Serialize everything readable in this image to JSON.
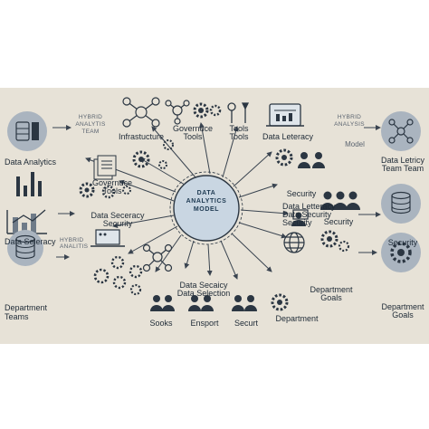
{
  "diagram": {
    "hub": {
      "line1": "DATA",
      "line2": "ANALYTICS",
      "line3": "MODEL"
    },
    "left": {
      "data_analytics": "Data Analytics",
      "hybrid_team": {
        "line1": "HYBRID",
        "line2": "ANALYTIS",
        "line3": "TEAM"
      },
      "data_seleracy": "Data Seleracy",
      "department_teams": {
        "line1": "Department",
        "line2": "Teams"
      },
      "hybrid_analitis": "HYBRID ANALITIS"
    },
    "top": {
      "infrastucture": "Infrastucture",
      "governance_tools": {
        "line1": "Governuce",
        "line2": "Tools"
      },
      "tools_tools": {
        "line1": "Tools",
        "line2": "Tools"
      },
      "data_leteracy": "Data Leteracy"
    },
    "middle_left": {
      "governuce_tools": {
        "line1": "Governuce",
        "line2": "Tools"
      },
      "data_seceracy_security": {
        "line1": "Data Seceracy",
        "line2": "Security"
      }
    },
    "middle_right": {
      "security_1": "Security",
      "security_2": "Security",
      "data_letteracy_block": {
        "line1": "Data Letteracy",
        "line2": "Data Security",
        "line3": "Security"
      }
    },
    "bottom": {
      "data_secaicy": {
        "line1": "Data Secaicy",
        "line2": "Data Selection"
      },
      "books": "Sooks",
      "ensport": "Ensport",
      "securt": "Securt",
      "department": "Department",
      "department_goals_mid": {
        "line1": "Department",
        "line2": "Goals"
      }
    },
    "right": {
      "hybrid_analysis_model": {
        "line1": "HYBRID",
        "line2": "ANALYSIS",
        "line3": "Model"
      },
      "data_letricy_team": {
        "line1": "Data Letricy",
        "line2": "Team Team"
      },
      "security": "Security",
      "department_goals": {
        "line1": "Department",
        "line2": "Goals"
      }
    }
  },
  "colors": {
    "panel": "#e7e2d7",
    "ink": "#2b3642",
    "circle": "#aab4bf",
    "hub": "#c9d6e2"
  }
}
